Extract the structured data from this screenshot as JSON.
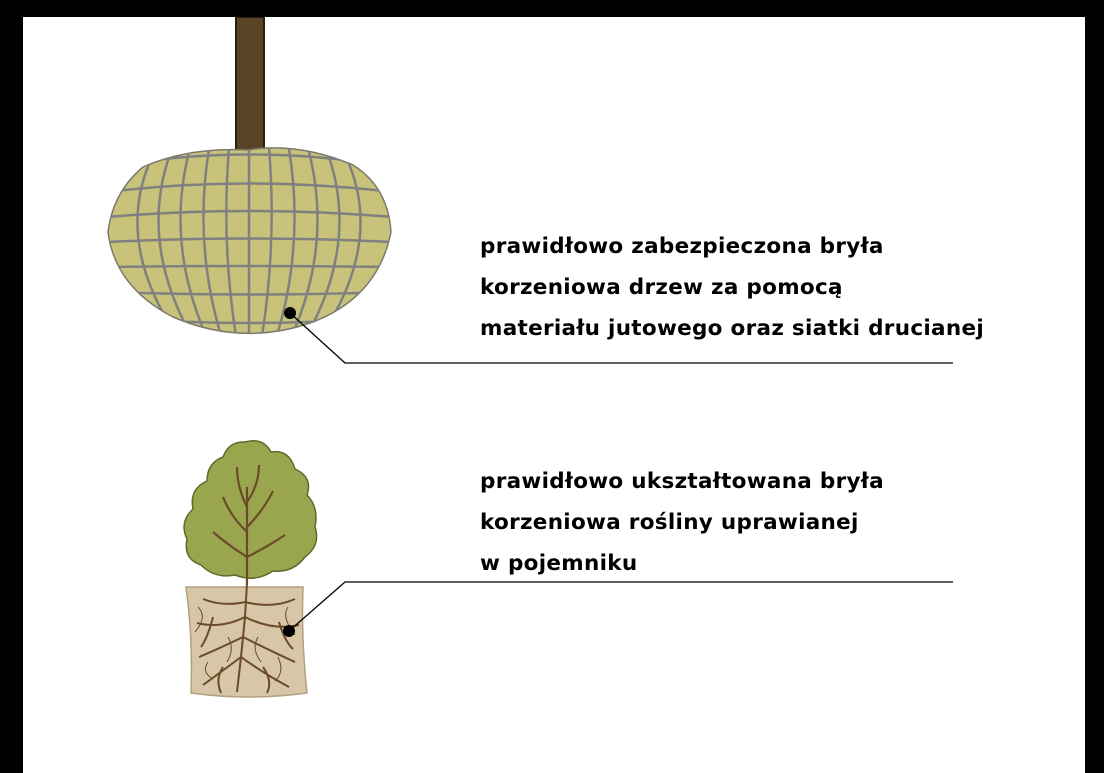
{
  "labels": {
    "burlap_rootball": {
      "lines": [
        "prawidłowo zabezpieczona bryła",
        "korzeniowa drzew za pomocą",
        "materiału jutowego oraz siatki drucianej"
      ]
    },
    "container_rootball": {
      "lines": [
        "prawidłowo ukształtowana bryła",
        "korzeniowa rośliny uprawianej",
        "w pojemniku"
      ]
    }
  },
  "colors": {
    "frame": "#000000",
    "background": "#ffffff",
    "burlap": "#c9c27a",
    "wire_mesh": "#808080",
    "trunk": "#5a4426",
    "foliage": "#9aa64e",
    "soil": "#d8c7a6",
    "roots": "#6b4a2b"
  },
  "icons": [
    "burlap-rootball-icon",
    "container-plant-icon"
  ]
}
